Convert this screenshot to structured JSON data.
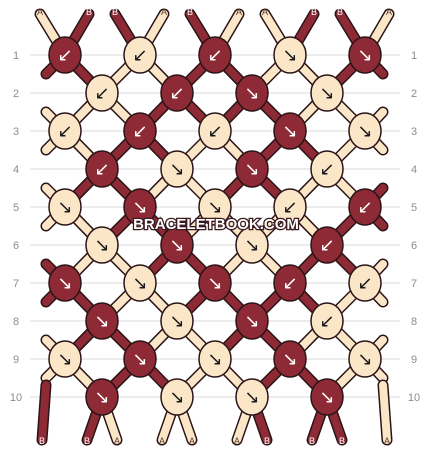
{
  "watermark": "BRACELETBOOK.COM",
  "colors": {
    "A": "#fbe6c8",
    "B": "#8e2a36",
    "outline": "#2a1416",
    "grid": "#d9d9d9",
    "label": "#8c8c8c"
  },
  "strings": {
    "top": [
      "A",
      "B",
      "B",
      "A",
      "B",
      "A",
      "A",
      "B",
      "B",
      "A"
    ],
    "bottom": [
      "B",
      "B",
      "A",
      "A",
      "A",
      "A",
      "B",
      "B",
      "B",
      "A"
    ]
  },
  "rows": [
    {
      "label": "1",
      "knots": [
        {
          "c": "B",
          "d": "↙"
        },
        {
          "c": "A",
          "d": "↙"
        },
        {
          "c": "B",
          "d": "↙"
        },
        {
          "c": "A",
          "d": "↘"
        },
        {
          "c": "B",
          "d": "↘"
        }
      ]
    },
    {
      "label": "2",
      "knots": [
        {
          "c": "A",
          "d": "↙"
        },
        {
          "c": "B",
          "d": "↙"
        },
        {
          "c": "B",
          "d": "↘"
        },
        {
          "c": "A",
          "d": "↘"
        }
      ]
    },
    {
      "label": "3",
      "knots": [
        {
          "c": "A",
          "d": "↙"
        },
        {
          "c": "B",
          "d": "↙"
        },
        {
          "c": "A",
          "d": "↙"
        },
        {
          "c": "B",
          "d": "↘"
        },
        {
          "c": "A",
          "d": "↘"
        }
      ]
    },
    {
      "label": "4",
      "knots": [
        {
          "c": "B",
          "d": "↙"
        },
        {
          "c": "A",
          "d": "↘"
        },
        {
          "c": "B",
          "d": "↘"
        },
        {
          "c": "A",
          "d": "↙"
        }
      ]
    },
    {
      "label": "5",
      "knots": [
        {
          "c": "A",
          "d": "↘"
        },
        {
          "c": "B",
          "d": "↘"
        },
        {
          "c": "A",
          "d": "↘"
        },
        {
          "c": "A",
          "d": "↙"
        },
        {
          "c": "B",
          "d": "↙"
        }
      ]
    },
    {
      "label": "6",
      "knots": [
        {
          "c": "A",
          "d": "↘"
        },
        {
          "c": "B",
          "d": "↘"
        },
        {
          "c": "A",
          "d": "↘"
        },
        {
          "c": "B",
          "d": "↙"
        }
      ]
    },
    {
      "label": "7",
      "knots": [
        {
          "c": "B",
          "d": "↘"
        },
        {
          "c": "A",
          "d": "↘"
        },
        {
          "c": "B",
          "d": "↘"
        },
        {
          "c": "B",
          "d": "↙"
        },
        {
          "c": "A",
          "d": "↙"
        }
      ]
    },
    {
      "label": "8",
      "knots": [
        {
          "c": "B",
          "d": "↘"
        },
        {
          "c": "A",
          "d": "↘"
        },
        {
          "c": "B",
          "d": "↘"
        },
        {
          "c": "A",
          "d": "↙"
        }
      ]
    },
    {
      "label": "9",
      "knots": [
        {
          "c": "A",
          "d": "↘"
        },
        {
          "c": "B",
          "d": "↘"
        },
        {
          "c": "A",
          "d": "↘"
        },
        {
          "c": "B",
          "d": "↘"
        },
        {
          "c": "A",
          "d": "↘"
        }
      ]
    },
    {
      "label": "10",
      "knots": [
        {
          "c": "B",
          "d": "↘"
        },
        {
          "c": "A",
          "d": "↘"
        },
        {
          "c": "A",
          "d": "↘"
        },
        {
          "c": "B",
          "d": "↘"
        }
      ]
    }
  ]
}
